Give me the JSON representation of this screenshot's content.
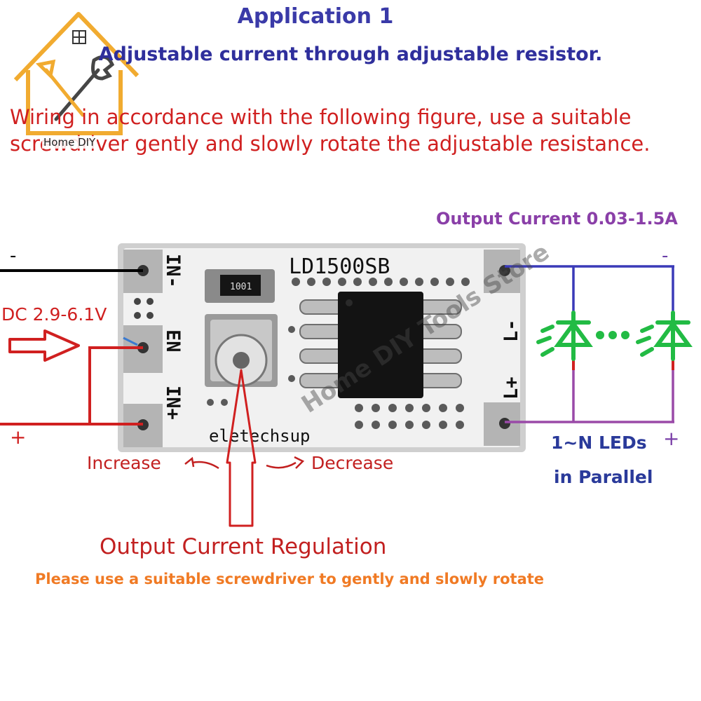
{
  "header": {
    "title": "Application 1",
    "subtitle": "Adjustable current through adjustable resistor.",
    "instructions": "Wiring in accordance with the following figure, use a suitable screwdriver gently and slowly rotate the adjustable resistance."
  },
  "watermark": {
    "logo_text": "Home DIY",
    "store_text": "Home DIY Tools Store"
  },
  "input": {
    "voltage_label": "DC 2.9-6.1V",
    "minus_sign": "-",
    "plus_sign": "+"
  },
  "board": {
    "model": "LD1500SB",
    "resistor_code": "1001",
    "brand": "eletechsup",
    "pin_in_minus": "IN-",
    "pin_en": "EN",
    "pin_in_plus": "IN+",
    "pin_l_minus": "L-",
    "pin_l_plus": "L+"
  },
  "output": {
    "current_label": "Output Current 0.03-1.5A",
    "minus_sign": "-",
    "plus_sign": "+",
    "leds_line1": "1~N LEDs",
    "leds_line2": "in Parallel"
  },
  "regulation": {
    "increase_label": "Increase",
    "decrease_label": "Decrease",
    "title": "Output Current Regulation",
    "note": "Please use a suitable screwdriver to gently and slowly rotate"
  },
  "colors": {
    "title_blue": "#3a3aa8",
    "text_red": "#d02020",
    "purple": "#8a3fa8",
    "led_green": "#22bb44",
    "note_orange": "#f07a24",
    "wire_blue": "#3a3ab8",
    "logo_orange": "#f0a21a"
  }
}
